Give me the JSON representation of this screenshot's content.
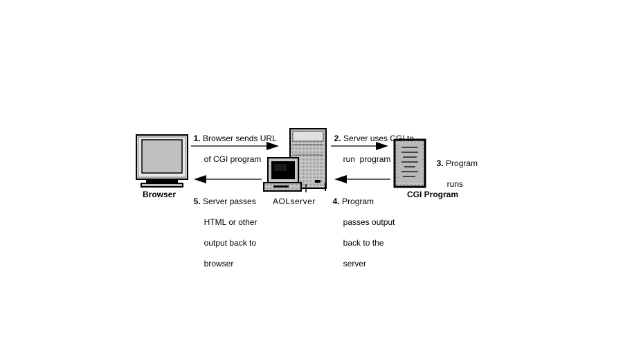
{
  "nodes": {
    "browser": "Browser",
    "server": "AOLserver",
    "cgi": "CGI Program"
  },
  "steps": [
    {
      "num": "1.",
      "line1": "Browser sends URL",
      "line2": "of CGI program"
    },
    {
      "num": "2.",
      "line1": "Server uses CGI to",
      "line2": "run  program"
    },
    {
      "num": "3.",
      "line1": "Program",
      "line2": "runs"
    },
    {
      "num": "4.",
      "line1": "Program",
      "line2": "passes output",
      "line3": "back to the",
      "line4": "server"
    },
    {
      "num": "5.",
      "line1": "Server passes",
      "line2": "HTML or other",
      "line3": "output back to",
      "line4": "browser"
    }
  ]
}
